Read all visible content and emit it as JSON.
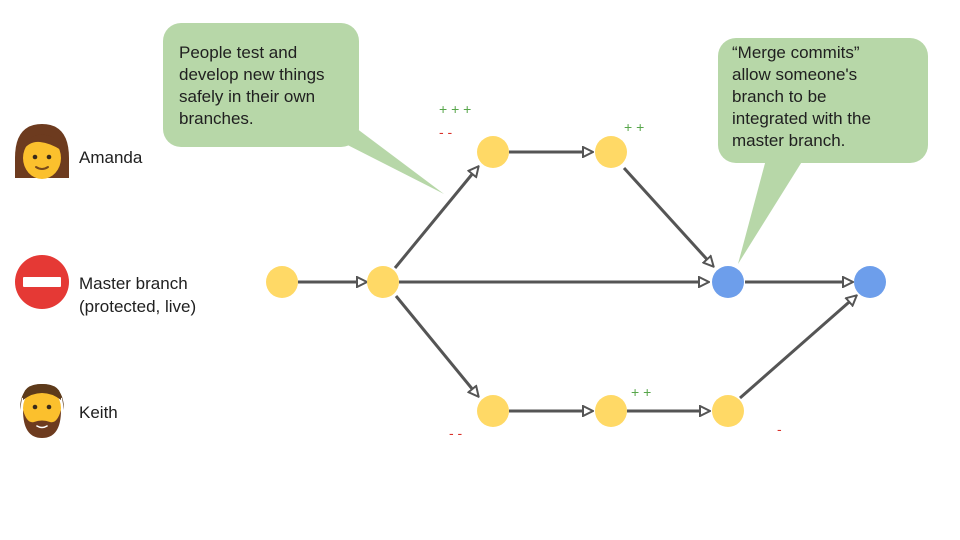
{
  "lanes": {
    "amanda": {
      "label": "Amanda",
      "avatar_icon": "woman-face-icon"
    },
    "master": {
      "label_line1": "Master branch",
      "label_line2": "(protected, live)",
      "icon": "no-entry-icon"
    },
    "keith": {
      "label": "Keith",
      "avatar_icon": "bearded-man-face-icon"
    }
  },
  "callouts": {
    "branches": "People test and\ndevelop new things\nsafely in their own\nbranches.",
    "merge": "“Merge commits”\nallow someone's\nbranch to be\nintegrated with the\nmaster branch."
  },
  "change_marks": {
    "amanda_commit1_added": "+ + +",
    "amanda_commit1_removed": "- -",
    "amanda_commit2_added": "+ +",
    "keith_commit1_removed": "- -",
    "keith_commit2_added": "+ +",
    "keith_commit3_removed": "-"
  },
  "colors": {
    "commit": "#ffd966",
    "merge_commit": "#6d9eeb",
    "edge": "#555555",
    "callout": "#b7d7a8",
    "added": "#57a64a",
    "removed": "#d9312b"
  }
}
